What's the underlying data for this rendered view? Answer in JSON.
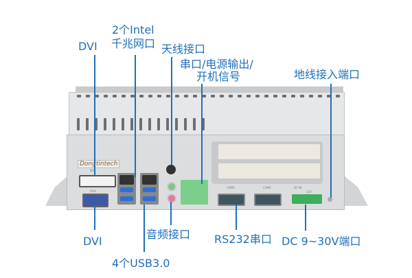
{
  "labels": {
    "dvi_top": "DVI",
    "intel_line1": "2个Intel",
    "intel_line2": "千兆网口",
    "antenna": "天线接口",
    "serial_line1": "串口/电源输出/",
    "serial_line2": "开机信号",
    "ground": "地线接入端口",
    "dvi_bottom": "DVI",
    "usb": "4个USB3.0",
    "audio": "音频接口",
    "rs232": "RS232串口",
    "dc": "DC 9~30V端口"
  },
  "device": {
    "brand": "Dongtintech",
    "port_labels": {
      "dvi": "DVI",
      "vga": "VGA",
      "com2": "COM2",
      "com1": "COM1",
      "dc_in": "DC IN",
      "v12": "12V"
    }
  },
  "colors": {
    "accent": "#1f6fb8",
    "chassis": "#d9dadc",
    "terminal": "#7ccf8a"
  }
}
